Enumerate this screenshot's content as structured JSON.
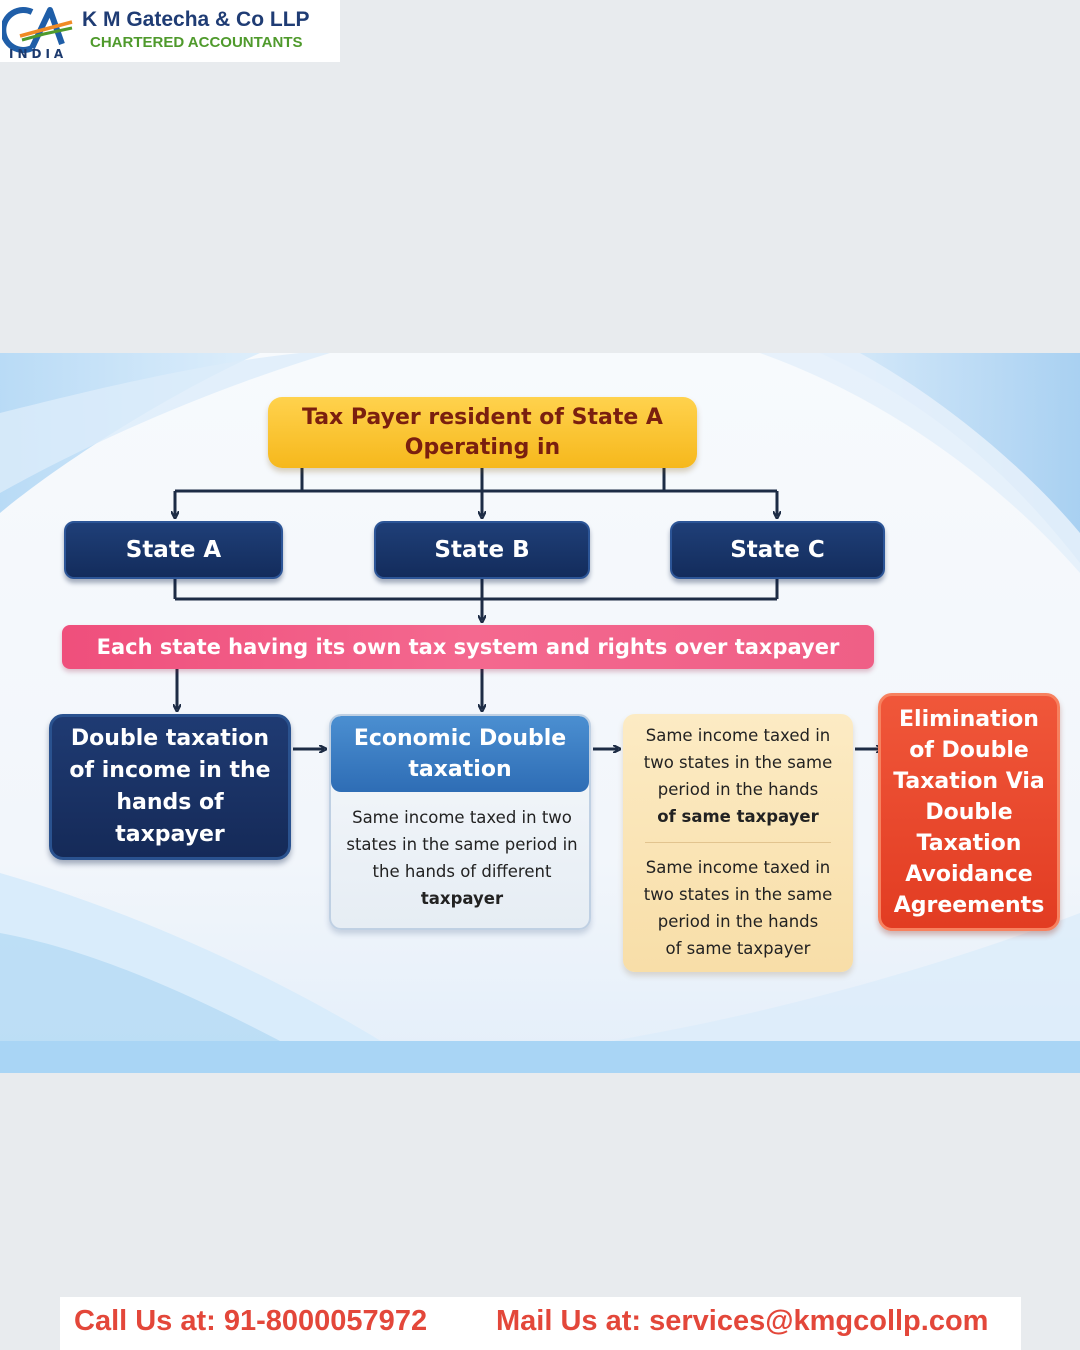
{
  "header": {
    "logo_mark": "CA",
    "logo_country": "INDIA",
    "firm_name": "K M Gatecha & Co LLP",
    "firm_subtitle": "CHARTERED ACCOUNTANTS"
  },
  "diagram": {
    "top_box": {
      "line1": "Tax Payer resident of State A",
      "line2": "Operating in"
    },
    "states": [
      "State A",
      "State B",
      "State C"
    ],
    "tax_rights_bar": "Each state having its own tax system and rights over taxpayer",
    "double_taxation": "Double taxation of income in the hands of taxpayer",
    "economic": {
      "title": "Economic Double taxation",
      "body": "Same income taxed in two states in the same period in the hands of different",
      "body_bold": "taxpayer"
    },
    "same_income": [
      {
        "text": "Same income taxed in two states in the same period in the hands",
        "bold": "of same taxpayer"
      },
      {
        "text": "Same income taxed in two states in the same period in the hands",
        "bold": "of same taxpayer"
      }
    ],
    "elimination": "Elimination of Double Taxation Via Double Taxation Avoidance Agreements"
  },
  "footer": {
    "call": "Call Us at: 91-8000057972",
    "mail": "Mail Us at: services@kmgcollp.com"
  },
  "colors": {
    "top_box": "#f6b81c",
    "state_boxes": "#132c5c",
    "tax_rights_bar": "#ef4f7c",
    "economic_header": "#2e6db5",
    "same_income_box": "#f8dea8",
    "elimination_box": "#e23c22",
    "footer_text": "#e3473a"
  }
}
